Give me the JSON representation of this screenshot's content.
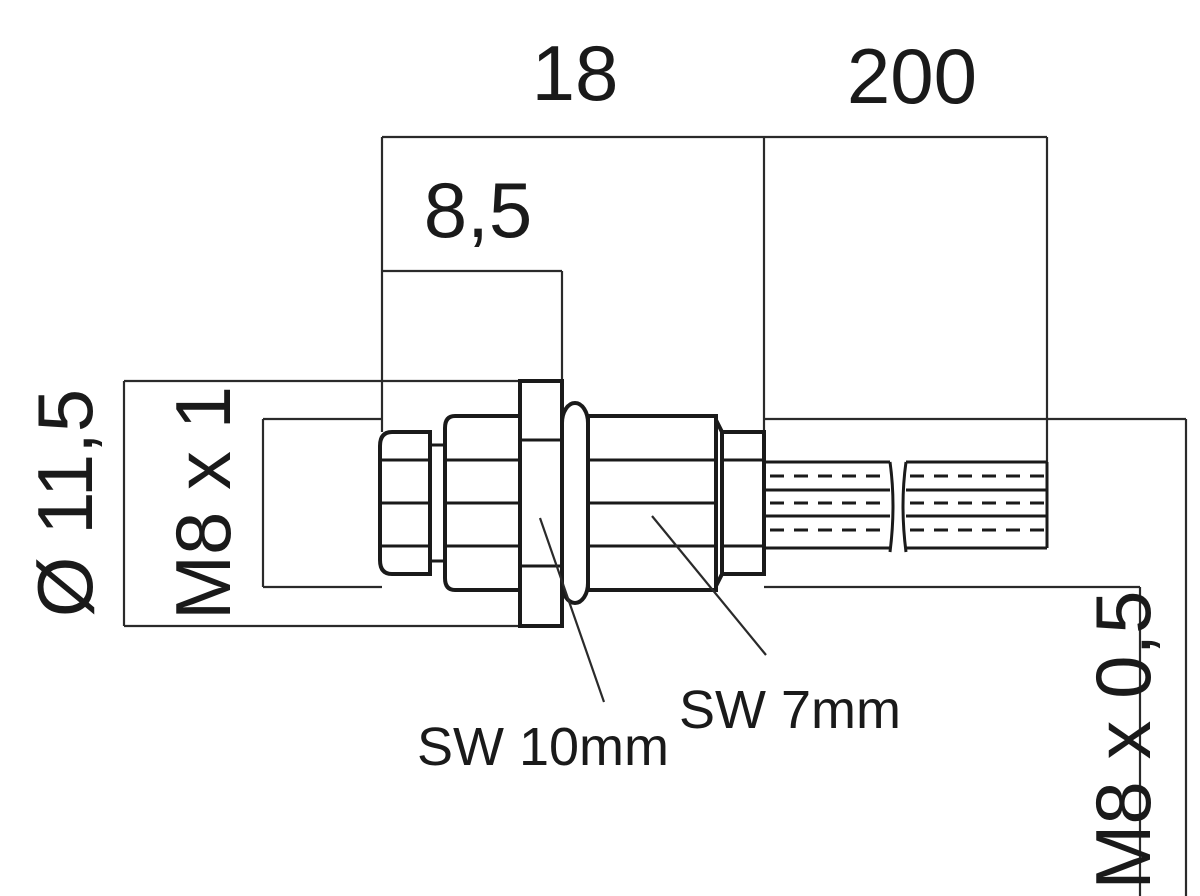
{
  "drawing": {
    "dimensions": {
      "overall_length": "18",
      "cable_length": "200",
      "front_length": "8,5",
      "outer_diameter": "Ø 11,5",
      "front_thread": "M8 x 1",
      "rear_thread": "M8 x 0,5"
    },
    "callouts": {
      "wrench_size_front": "SW 10mm",
      "wrench_size_rear": "SW 7mm"
    }
  }
}
